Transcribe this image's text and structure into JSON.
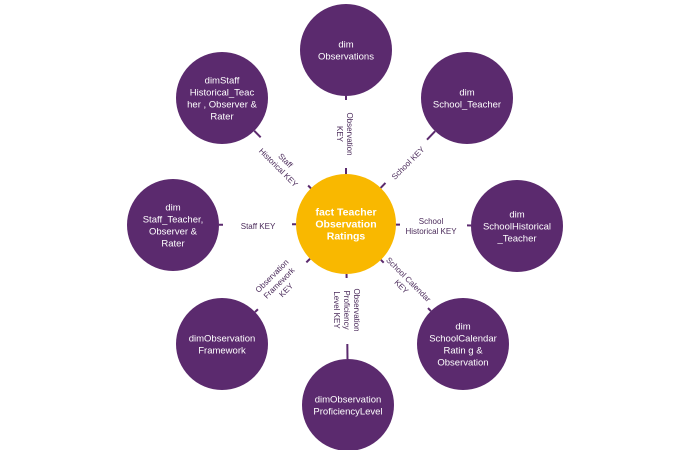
{
  "colors": {
    "center_fill": "#F9B800",
    "node_fill": "#5B2A6E",
    "line": "#5B2A6E",
    "node_text": "#FFFFFF",
    "label_text": "#4A2A5A"
  },
  "center": {
    "lines": [
      "fact Teacher",
      "Observation",
      "Ratings"
    ]
  },
  "nodes": [
    {
      "name": "dim-observations",
      "lines": [
        "dim",
        "Observations"
      ],
      "key_lines": [
        "Observation",
        "KEY"
      ]
    },
    {
      "name": "dim-school-teacher",
      "lines": [
        "dim",
        "School_Teacher"
      ],
      "key_lines": [
        "School KEY"
      ]
    },
    {
      "name": "dim-school-historical-teacher",
      "lines": [
        "dim",
        "SchoolHistorical",
        "_Teacher"
      ],
      "key_lines": [
        "School",
        "Historical KEY"
      ]
    },
    {
      "name": "dim-school-calendar-rating-observation",
      "lines": [
        "dim",
        "SchoolCalendar",
        "Ratin g &",
        "Observation"
      ],
      "key_lines": [
        "School Calendar",
        "KEY"
      ]
    },
    {
      "name": "dim-observation-proficiency-level",
      "lines": [
        "dimObservation",
        "ProficiencyLevel"
      ],
      "key_lines": [
        "Observation",
        "Proficiency",
        "Level KEY"
      ]
    },
    {
      "name": "dim-observation-framework",
      "lines": [
        "dimObservation",
        "Framework"
      ],
      "key_lines": [
        "Observation",
        "Framework",
        "KEY"
      ]
    },
    {
      "name": "dim-staff-teacher-observer-rater",
      "lines": [
        "dim",
        "Staff_Teacher,",
        "Observer &",
        "Rater"
      ],
      "key_lines": [
        "Staff KEY"
      ]
    },
    {
      "name": "dim-staff-historical-teacher-observer-rater",
      "lines": [
        "dimStaff",
        "Historical_Teac",
        "her , Observer &",
        "Rater"
      ],
      "key_lines": [
        "Staff",
        "Historical KEY"
      ]
    }
  ]
}
